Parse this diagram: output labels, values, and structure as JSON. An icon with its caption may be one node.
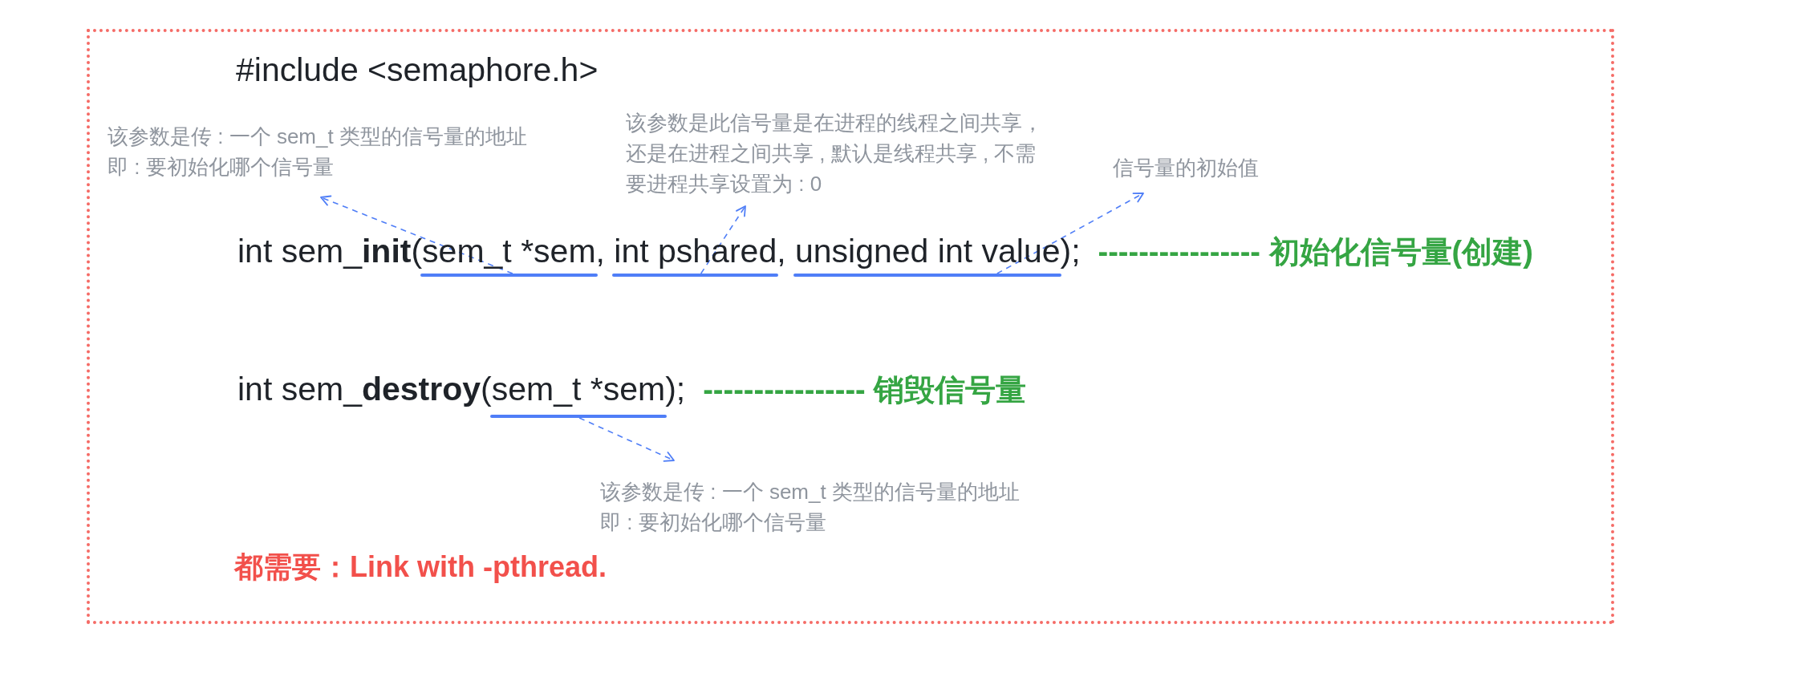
{
  "diagram": {
    "nodes": [
      {
        "text": [
          "#include <semaphore.h>",
          "int sem_**init**(sem_t *sem, int pshared, unsigned int value);",
          "---------------- 初始化信号量(创建)",
          "int sem_**destroy**(sem_t *sem);",
          "---------------- 销毁信号量",
          "都需要：Link with -pthread."
        ]
      },
      {
        "text": [
          "该参数是传 : 一个 sem_t 类型的信号量的地址",
          "即 : 要初始化哪个信号量"
        ],
        "in": 0
      },
      {
        "text": [
          "该参数是此信号量是在进程的线程之间共享，还是在进程之间共享 , 默认是线程共享 , 不需要进程共享设置为 : 0"
        ],
        "in": 0
      },
      {
        "text": [
          "信号量的初始值"
        ],
        "in": 0
      },
      {
        "text": [],
        "shape": "bar",
        "in": 0
      },
      {
        "text": [],
        "shape": "bar",
        "in": 0
      },
      {
        "text": [],
        "shape": "bar",
        "in": 0
      },
      {
        "text": [],
        "shape": "bar",
        "in": 0
      },
      {
        "text": [
          "该参数是传 : 一个 sem_t 类型的信号量的地址",
          "即 : 要初始化哪个信号量"
        ],
        "in": 0
      }
    ],
    "edges": [
      {
        "from": 4,
        "to": 1,
        "arrow": "to",
        "style": "dashed"
      },
      {
        "from": 5,
        "to": 2,
        "arrow": "to",
        "style": "dashed"
      },
      {
        "from": 6,
        "to": 3,
        "arrow": "to",
        "style": "dashed"
      },
      {
        "from": 7,
        "to": 8,
        "arrow": "to",
        "style": "dashed"
      }
    ]
  }
}
